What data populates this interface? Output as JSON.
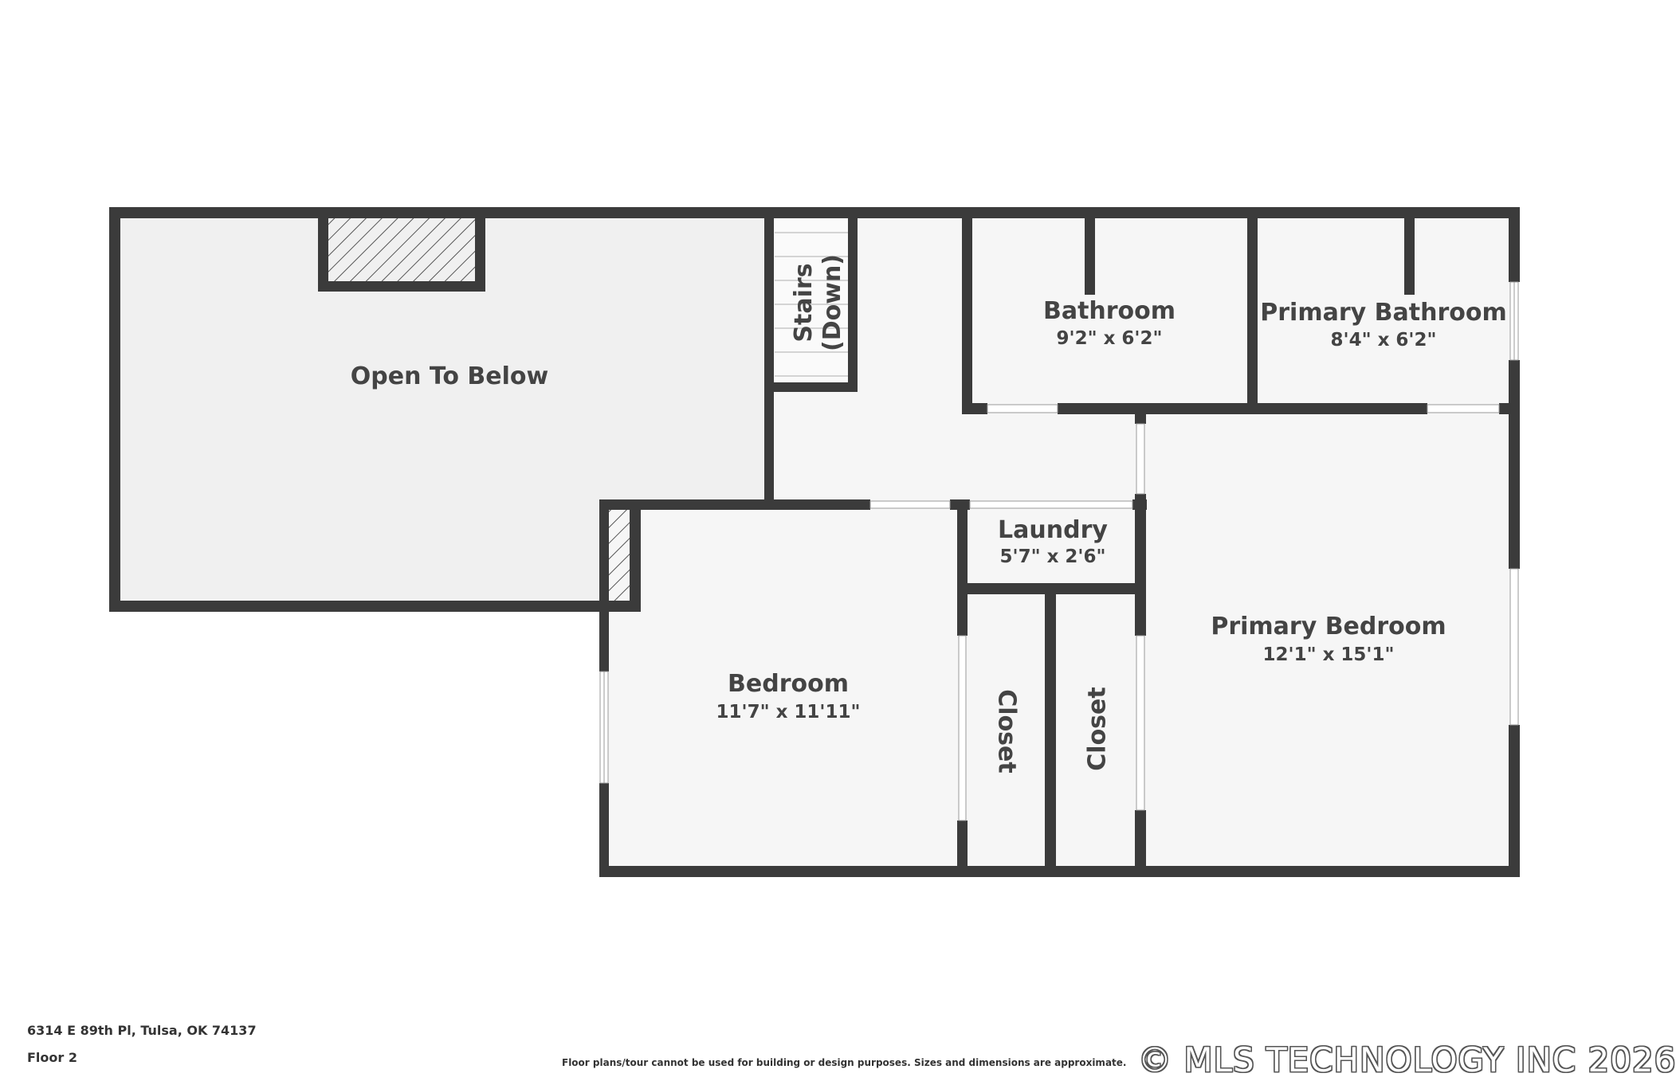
{
  "rooms": {
    "open_to_below": {
      "name": "Open To Below"
    },
    "stairs": {
      "line1": "Stairs",
      "line2": "(Down)"
    },
    "bathroom": {
      "name": "Bathroom",
      "dims": "9'2\" x 6'2\""
    },
    "primary_bathroom": {
      "name": "Primary Bathroom",
      "dims": "8'4\" x 6'2\""
    },
    "laundry": {
      "name": "Laundry",
      "dims": "5'7\" x 2'6\""
    },
    "bedroom": {
      "name": "Bedroom",
      "dims": "11'7\" x 11'11\""
    },
    "primary_bedroom": {
      "name": "Primary Bedroom",
      "dims": "12'1\" x 15'1\""
    },
    "closet_left": {
      "name": "Closet"
    },
    "closet_right": {
      "name": "Closet"
    }
  },
  "footer": {
    "address": "6314 E 89th Pl, Tulsa, OK 74137",
    "floor": "Floor 2",
    "disclaimer": "Floor plans/tour cannot be used for building or design purposes. Sizes and dimensions are approximate."
  },
  "watermark": "© MLS TECHNOLOGY INC 2026",
  "colors": {
    "wall": "#3b3b3b",
    "floor": "#f6f6f6",
    "open_area": "#f0f0f0",
    "text": "#444444"
  }
}
